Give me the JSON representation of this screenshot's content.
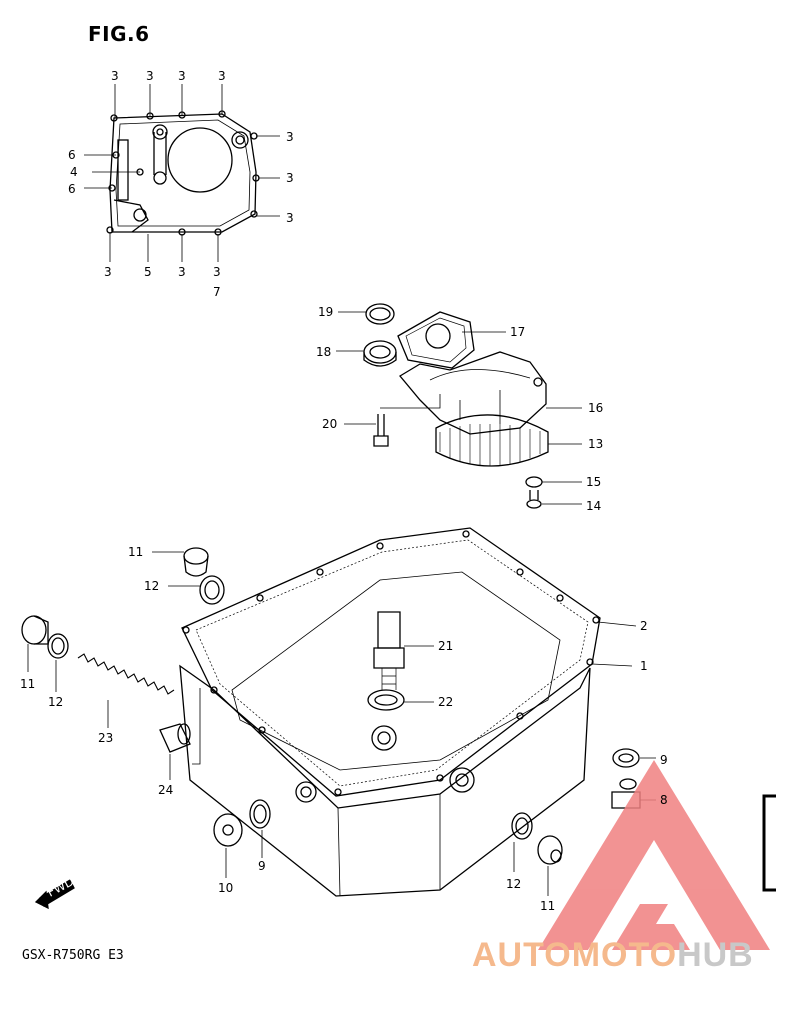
{
  "figure": {
    "title": "FIG.6",
    "model": "GSX-R750RG E3"
  },
  "watermark": {
    "part1": "AUTOMOTO",
    "part2": "HUB",
    "accent_color": "#f08080",
    "text_color": "#f5b98d",
    "gray": "#c8c8c8"
  },
  "fwd_label": "FWD",
  "callouts": {
    "c1": "1",
    "c2": "2",
    "c3": "3",
    "c4": "4",
    "c5": "5",
    "c6": "6",
    "c7": "7",
    "c8": "8",
    "c9": "9",
    "c10": "10",
    "c11": "11",
    "c12": "12",
    "c13": "13",
    "c14": "14",
    "c15": "15",
    "c16": "16",
    "c17": "17",
    "c18": "18",
    "c19": "19",
    "c20": "20",
    "c21": "21",
    "c22": "22",
    "c23": "23",
    "c24": "24"
  }
}
